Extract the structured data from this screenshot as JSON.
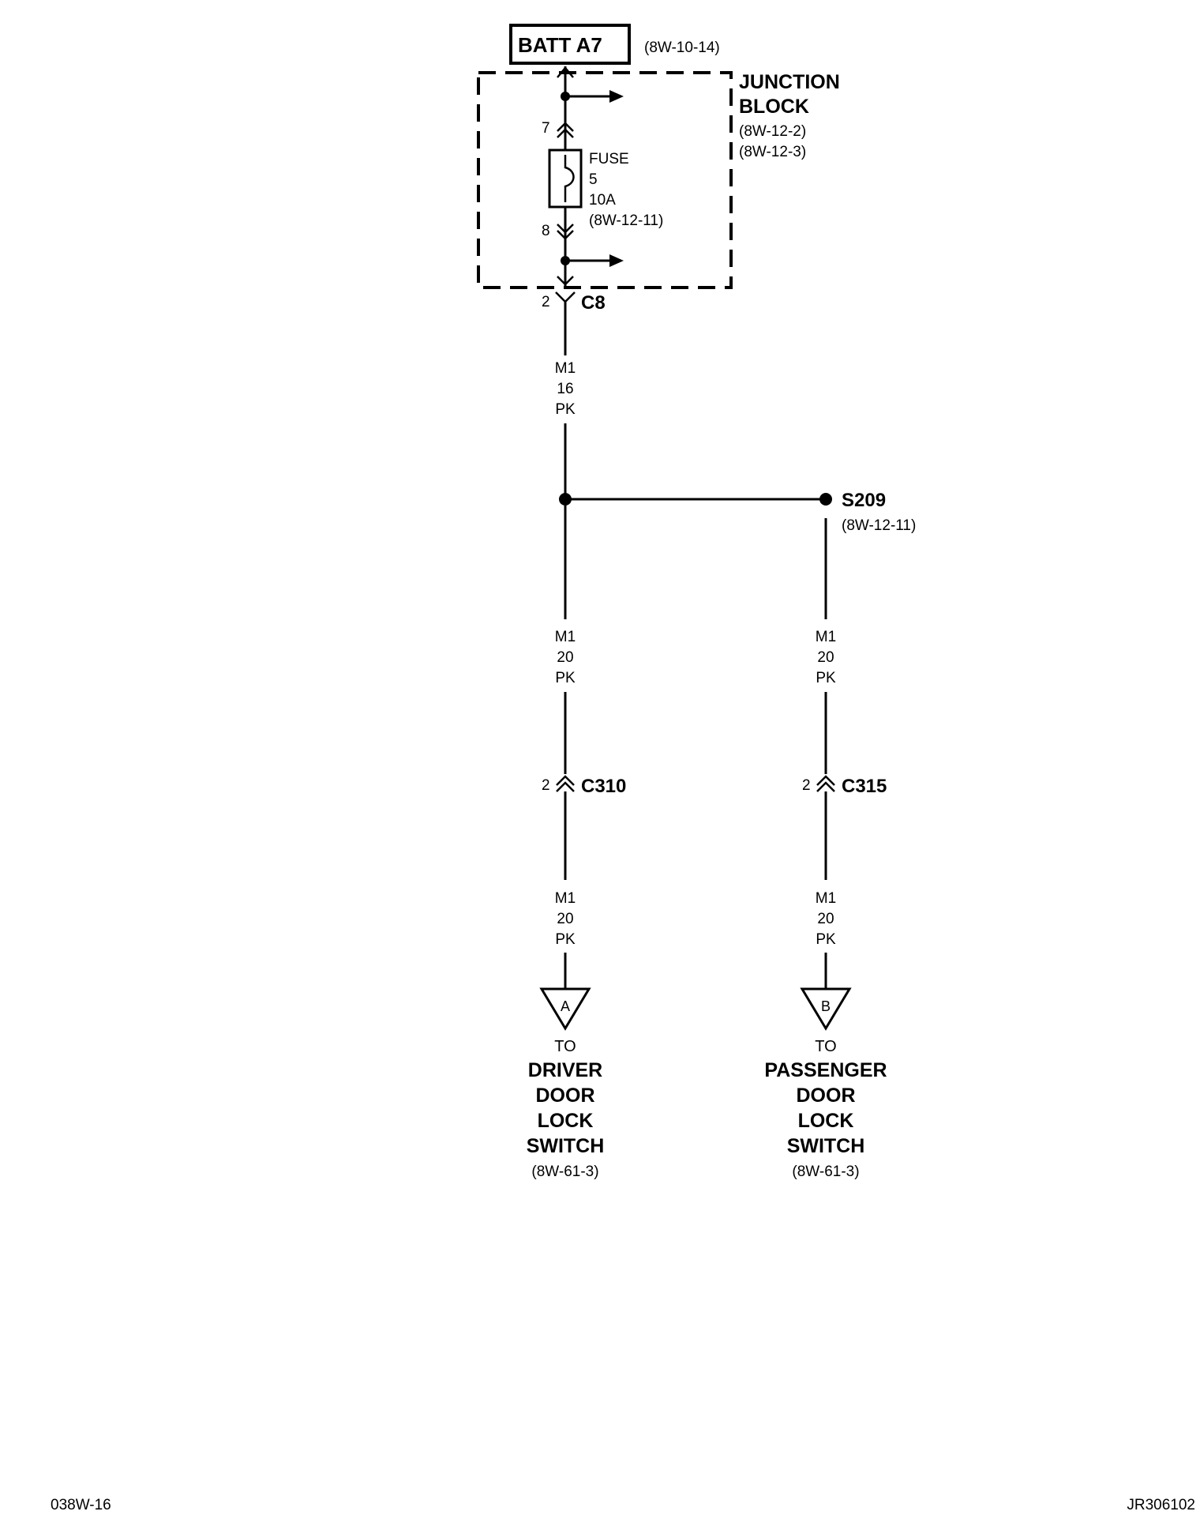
{
  "source": {
    "label": "BATT A7",
    "ref": "(8W-10-14)"
  },
  "junction_block": {
    "title_line1": "JUNCTION",
    "title_line2": "BLOCK",
    "ref1": "(8W-12-2)",
    "ref2": "(8W-12-3)",
    "pin_in": "7",
    "pin_out": "8",
    "fuse_line1": "FUSE",
    "fuse_line2": "5",
    "fuse_line3": "10A",
    "fuse_ref": "(8W-12-11)"
  },
  "connector_c8": {
    "pin": "2",
    "label": "C8"
  },
  "wire_main": {
    "circuit": "M1",
    "gauge": "16",
    "color": "PK"
  },
  "splice": {
    "label": "S209",
    "ref": "(8W-12-11)"
  },
  "left_branch": {
    "wire_upper": {
      "circuit": "M1",
      "gauge": "20",
      "color": "PK"
    },
    "connector": {
      "pin": "2",
      "label": "C310"
    },
    "wire_lower": {
      "circuit": "M1",
      "gauge": "20",
      "color": "PK"
    },
    "terminal": "A",
    "dest_to": "TO",
    "dest_line1": "DRIVER",
    "dest_line2": "DOOR",
    "dest_line3": "LOCK",
    "dest_line4": "SWITCH",
    "dest_ref": "(8W-61-3)"
  },
  "right_branch": {
    "wire_upper": {
      "circuit": "M1",
      "gauge": "20",
      "color": "PK"
    },
    "connector": {
      "pin": "2",
      "label": "C315"
    },
    "wire_lower": {
      "circuit": "M1",
      "gauge": "20",
      "color": "PK"
    },
    "terminal": "B",
    "dest_to": "TO",
    "dest_line1": "PASSENGER",
    "dest_line2": "DOOR",
    "dest_line3": "LOCK",
    "dest_line4": "SWITCH",
    "dest_ref": "(8W-61-3)"
  },
  "footer": {
    "left": "038W-16",
    "right": "JR306102"
  }
}
